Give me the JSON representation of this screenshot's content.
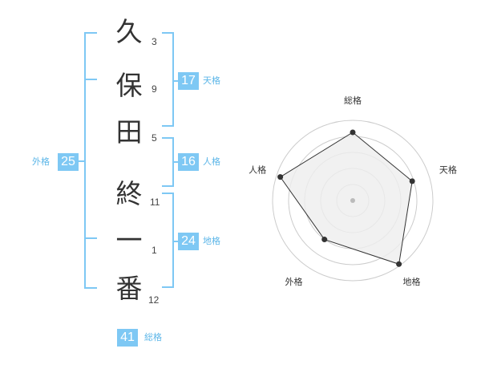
{
  "name": {
    "characters": [
      {
        "char": "久",
        "strokes": "3"
      },
      {
        "char": "保",
        "strokes": "9"
      },
      {
        "char": "田",
        "strokes": "5"
      },
      {
        "char": "終",
        "strokes": "11"
      },
      {
        "char": "一",
        "strokes": "1"
      },
      {
        "char": "番",
        "strokes": "12"
      }
    ]
  },
  "fortune": {
    "tenkaku": {
      "value": "17",
      "label": "天格"
    },
    "jinkaku": {
      "value": "16",
      "label": "人格"
    },
    "chikaku": {
      "value": "24",
      "label": "地格"
    },
    "gaikaku": {
      "value": "25",
      "label": "外格"
    },
    "soukaku": {
      "value": "41",
      "label": "総格"
    }
  },
  "chart_data": {
    "type": "radar",
    "axes": [
      "総格",
      "天格",
      "地格",
      "外格",
      "人格"
    ],
    "values": [
      0.85,
      0.78,
      0.98,
      0.6,
      0.95
    ],
    "max": 1,
    "rings": 5,
    "colors": {
      "fill": "#eeeeee",
      "line": "#333333",
      "ring": "#cccccc",
      "point": "#333333"
    }
  },
  "colors": {
    "accent": "#7ec8f4",
    "bracket": "#7ec8f4"
  }
}
